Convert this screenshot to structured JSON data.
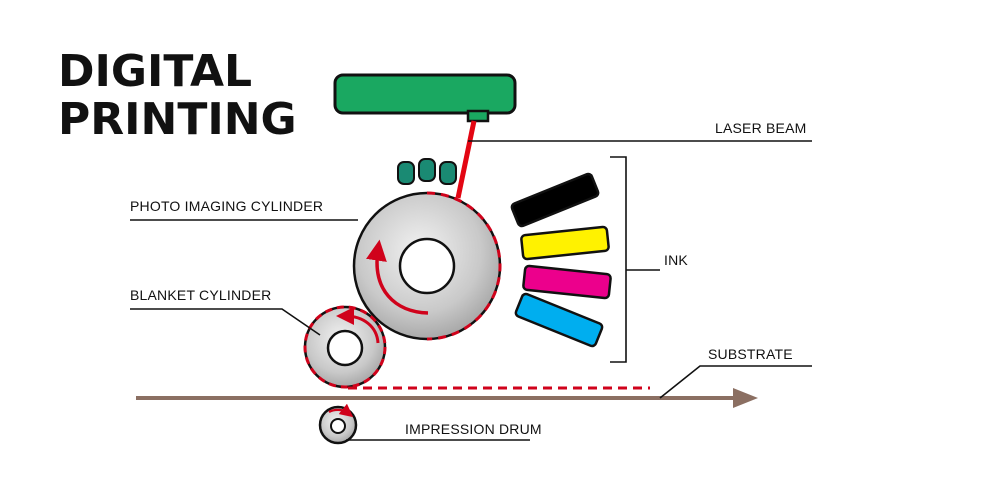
{
  "title": {
    "line1": "DIGITAL",
    "line2": "PRINTING"
  },
  "labels": {
    "laser_beam": "LASER BEAM",
    "photo_imaging_cylinder": "PHOTO IMAGING CYLINDER",
    "ink": "INK",
    "blanket_cylinder": "BLANKET CYLINDER",
    "substrate": "SUBSTRATE",
    "impression_drum": "IMPRESSION DRUM"
  },
  "ink_colors": [
    "#000000",
    "#fff200",
    "#ec008c",
    "#00aeef"
  ],
  "colors": {
    "laser_head": "#1aa861",
    "laser_beam": "#e30613",
    "nozzle": "#1a8a73",
    "cylinder_fill": "#c8c8c8",
    "rotation_arrow": "#d0021b",
    "substrate": "#8b6f62",
    "dashed_path": "#d0021b"
  }
}
